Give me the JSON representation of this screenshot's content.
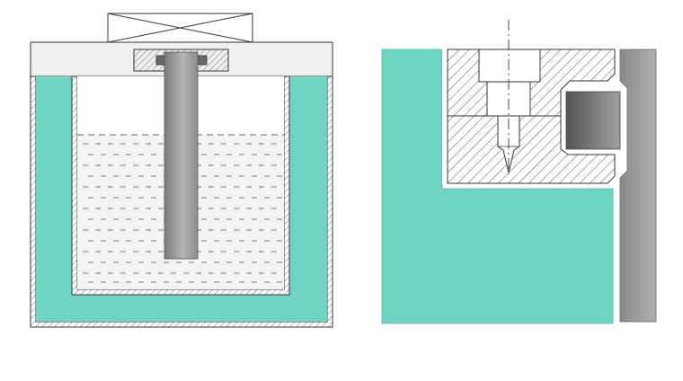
{
  "figure": {
    "left_panel": {
      "parts": [
        "outer-vessel",
        "insulation-wall",
        "lid",
        "motor-housing",
        "flange",
        "shaft",
        "inner-vessel",
        "liquid"
      ]
    },
    "right_panel": {
      "parts": [
        "body-block",
        "hatched-housing",
        "bore",
        "centerline",
        "side-plate"
      ]
    },
    "colors": {
      "teal": "#6fd4c1",
      "hatch": "#555555",
      "outline": "#333333",
      "liquid_dash": "#777777",
      "shaft_dark": "#777777",
      "shaft_light": "#b8b8b8",
      "lid_fill": "#f2f2f2"
    },
    "icons": {
      "motor_symbol": "cross-box-icon"
    }
  }
}
